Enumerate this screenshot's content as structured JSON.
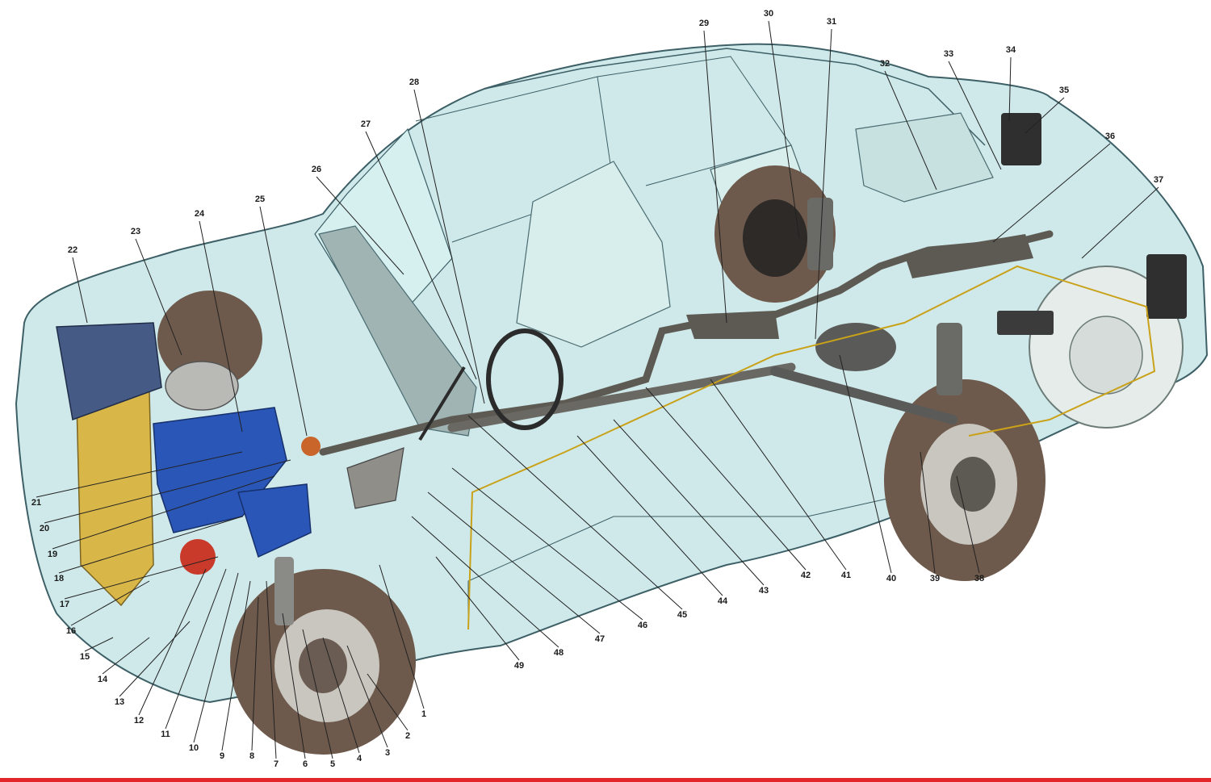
{
  "diagram": {
    "callout_numbers": [
      "1",
      "2",
      "3",
      "4",
      "5",
      "6",
      "7",
      "8",
      "9",
      "10",
      "11",
      "12",
      "13",
      "14",
      "15",
      "16",
      "17",
      "18",
      "19",
      "20",
      "21",
      "22",
      "23",
      "24",
      "25",
      "26",
      "27",
      "28",
      "29",
      "30",
      "31",
      "32",
      "33",
      "34",
      "35",
      "36",
      "37",
      "38",
      "39",
      "40",
      "41",
      "42",
      "43",
      "44",
      "45",
      "46",
      "47",
      "48",
      "49"
    ],
    "colors": {
      "body": "#cfe9ea",
      "body_outline": "#3d5f66",
      "engine": "#2a56b8",
      "radiator": "#d9b648",
      "tire": "#6e5a4c",
      "exhaust": "#5c5a52",
      "wiring": "#c9a21a",
      "bottom_bar": "#e2262a"
    }
  }
}
